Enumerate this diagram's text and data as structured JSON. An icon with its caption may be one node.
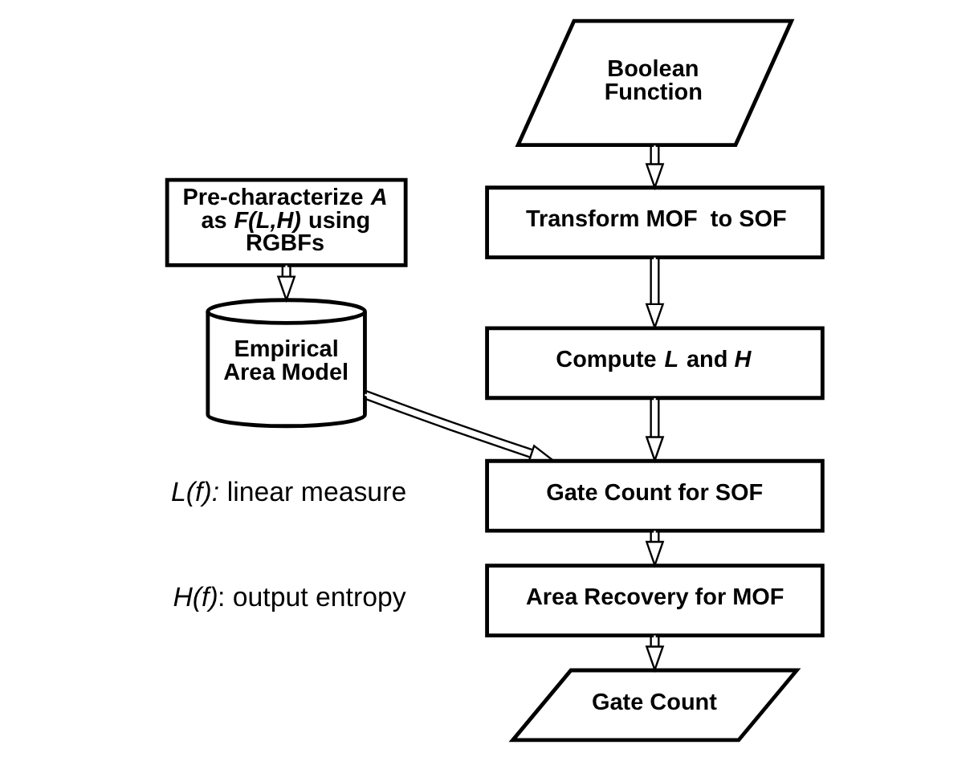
{
  "diagram": {
    "nodes": [
      {
        "text": [
          "Pre-characterize *A* as *F(L,H)* using RGBFs"
        ]
      },
      {
        "text": [
          "Empirical Area Model"
        ]
      },
      {
        "text": [
          "Boolean Function"
        ]
      },
      {
        "text": [
          "Transform MOF  to SOF"
        ]
      },
      {
        "text": [
          "Compute *L* and *H*"
        ]
      },
      {
        "text": [
          "Gate Count for SOF"
        ]
      },
      {
        "text": [
          "Area Recovery for MOF"
        ]
      },
      {
        "text": [
          "Gate Count"
        ]
      }
    ],
    "edges": [
      {
        "from": 0,
        "to": 1,
        "arrow": "to"
      },
      {
        "from": 2,
        "to": 3,
        "arrow": "to"
      },
      {
        "from": 3,
        "to": 4,
        "arrow": "to"
      },
      {
        "from": 4,
        "to": 5,
        "arrow": "to"
      },
      {
        "from": 5,
        "to": 6,
        "arrow": "to"
      },
      {
        "from": 6,
        "to": 7,
        "arrow": "to"
      },
      {
        "from": 1,
        "to": 5,
        "arrow": "to"
      }
    ],
    "labels": [
      "*L(f):* linear measure",
      "*H(f)*: output entropy"
    ]
  }
}
